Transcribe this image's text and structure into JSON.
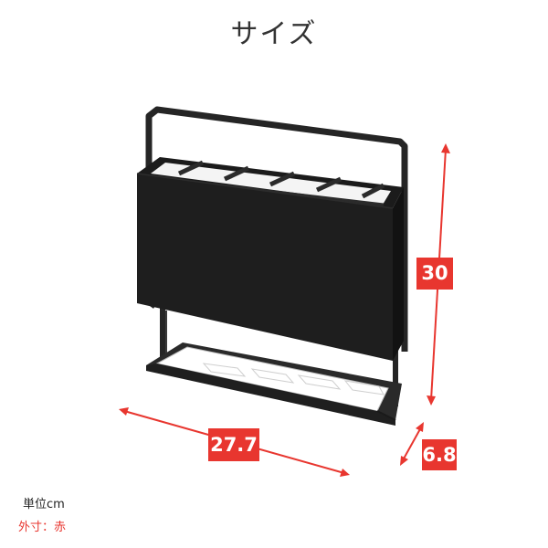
{
  "title": "サイズ",
  "dimensions": {
    "height": "30",
    "width": "27.7",
    "depth": "6.8"
  },
  "unit_note": "単位cm",
  "legend_note": "外寸：赤",
  "colors": {
    "accent": "#e8362f",
    "product": "#222222",
    "tray": "#ffffff",
    "background": "#ffffff"
  },
  "image": {
    "subject-icon": "umbrella-stand"
  }
}
